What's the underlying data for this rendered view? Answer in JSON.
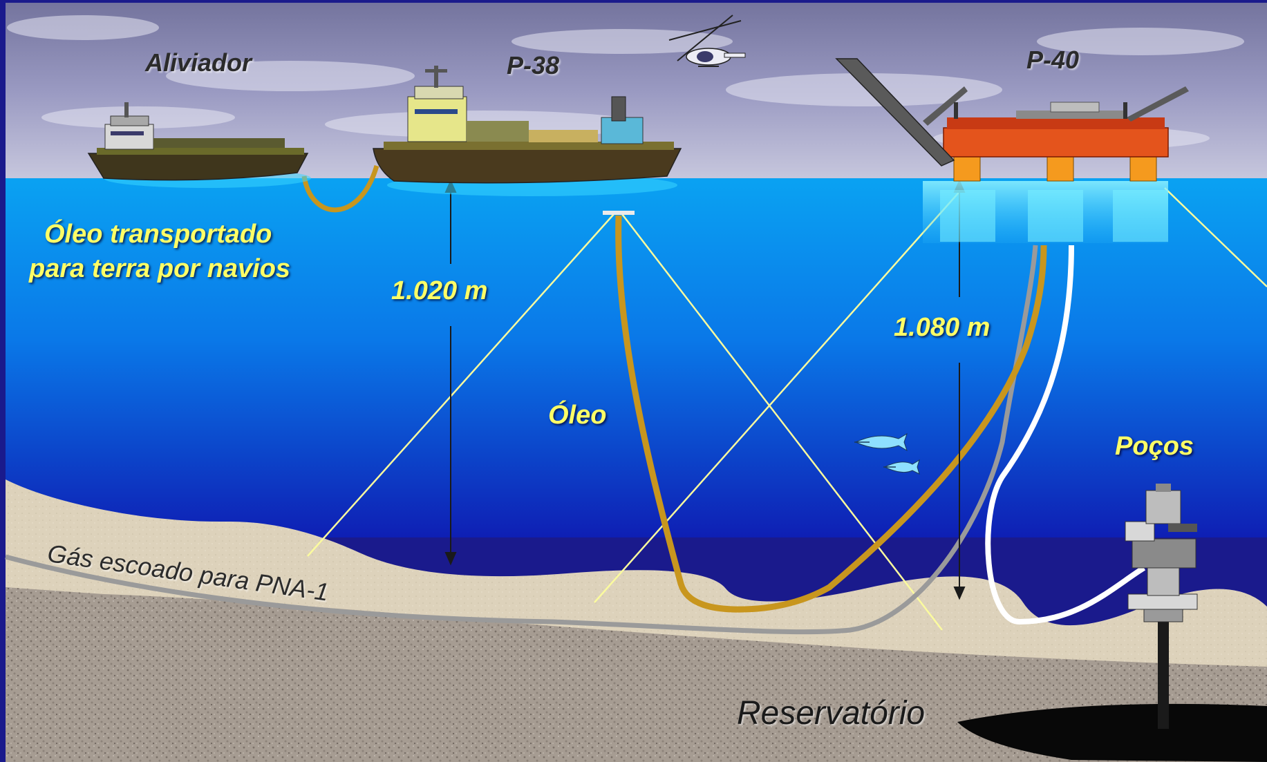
{
  "vessels": {
    "shuttle": "Aliviador",
    "fpso": "P-38",
    "semisub": "P-40"
  },
  "annotations": {
    "oil_transport_line1": "Óleo transportado",
    "oil_transport_line2": "para terra por navios",
    "depth_p38": "1.020 m",
    "depth_p40": "1.080 m",
    "oil": "Óleo",
    "wells": "Poços",
    "gas": "Gás escoado para PNA-1",
    "reservoir": "Reservatório"
  },
  "colors": {
    "sky": "#8a8ab8",
    "sea_top": "#0aa2f2",
    "sea_bottom": "#0e1fb4",
    "seabed": "#ddd2bb",
    "subsoil": "#a69c92",
    "oil_line": "#c8961e",
    "gas_line": "#9a9a9a",
    "mooring": "#fbfb9e",
    "hull": "#4a3a1e",
    "rig_deck": "#e4541c",
    "pontoon": "#f59a1e",
    "label_yellow": "#ffff66",
    "label_dark": "#2b2b2b"
  },
  "icons": [
    "helicopter-icon",
    "fish-icon",
    "wellhead-icon"
  ]
}
